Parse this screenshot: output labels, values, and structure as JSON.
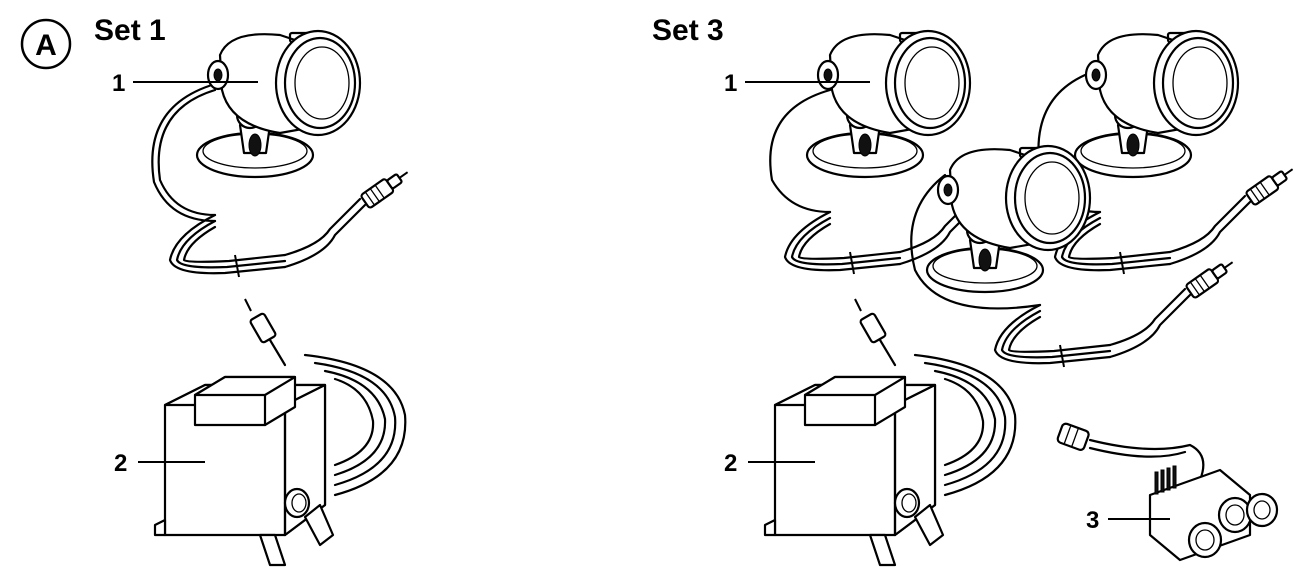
{
  "figure": {
    "badge": "A",
    "set1": {
      "title": "Set 1",
      "callouts": [
        "1",
        "2"
      ]
    },
    "set3": {
      "title": "Set 3",
      "callouts": [
        "1",
        "2",
        "3"
      ]
    }
  }
}
